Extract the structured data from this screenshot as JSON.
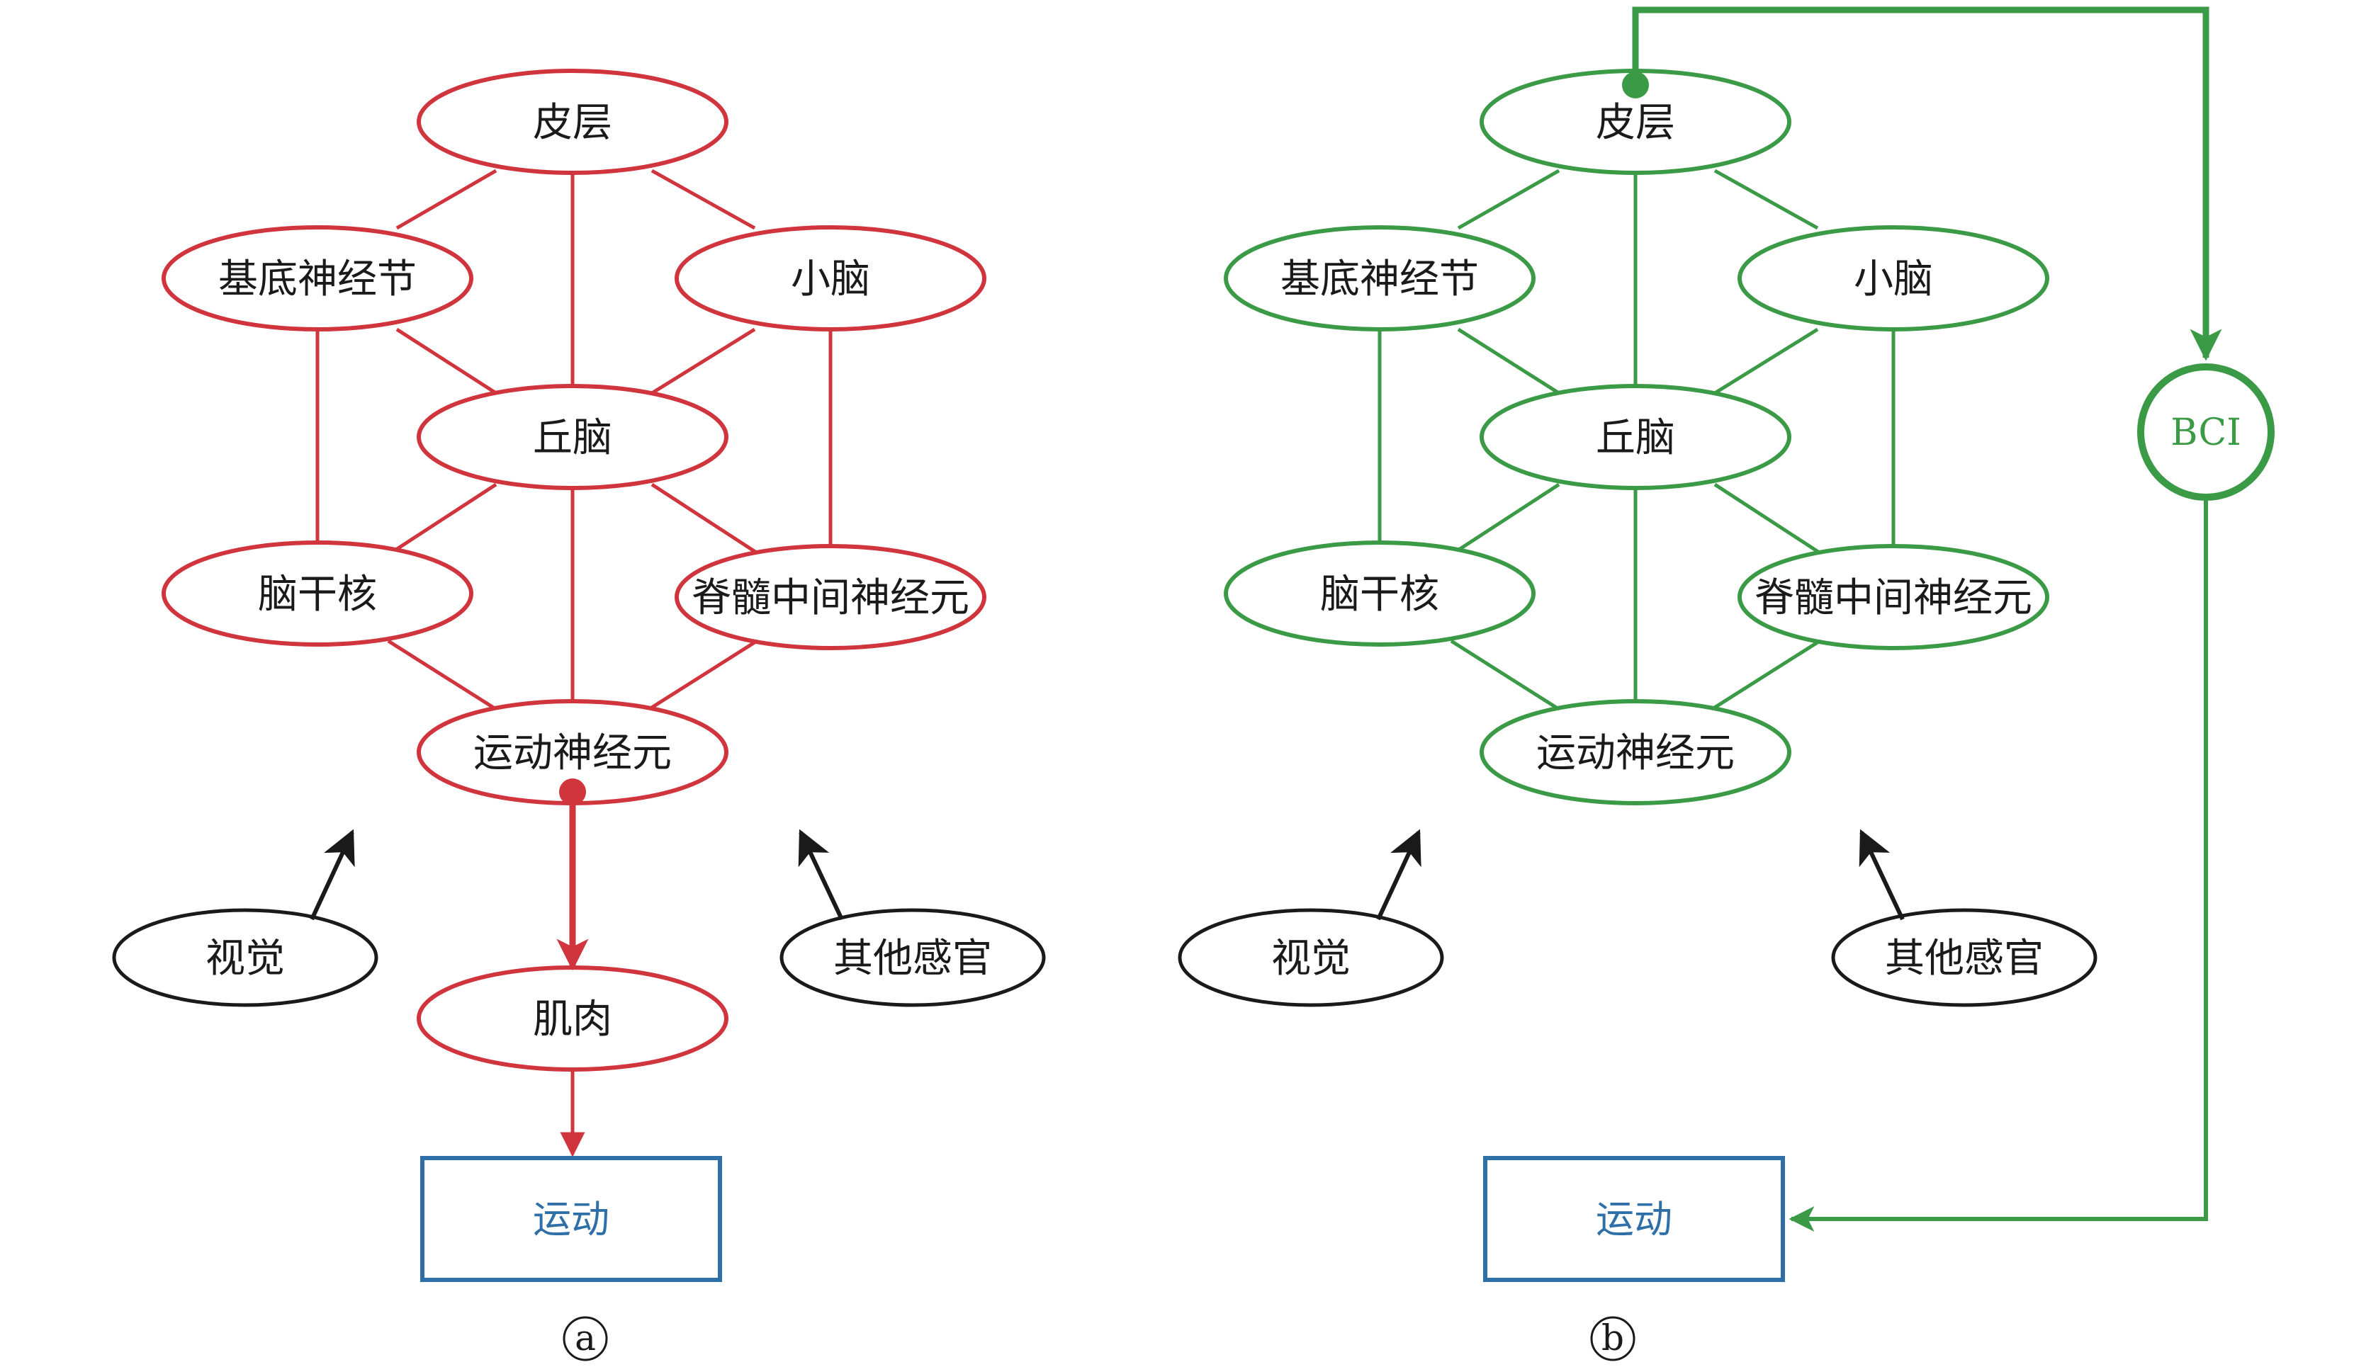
{
  "colors": {
    "red": "#d0343c",
    "green": "#3a9a46",
    "blue": "#2e6fa8",
    "black": "#1a1a1a"
  },
  "panel_a": {
    "caption": "a",
    "nodes": {
      "cortex": "皮层",
      "basal_ganglia": "基底神经节",
      "cerebellum": "小脑",
      "thalamus": "丘脑",
      "brainstem_nuclei": "脑干核",
      "spinal_interneurons": "脊髓中间神经元",
      "motor_neurons": "运动神经元",
      "muscle": "肌肉",
      "vision": "视觉",
      "other_senses": "其他感官"
    },
    "movement": "运动"
  },
  "panel_b": {
    "caption": "b",
    "nodes": {
      "cortex": "皮层",
      "basal_ganglia": "基底神经节",
      "cerebellum": "小脑",
      "thalamus": "丘脑",
      "brainstem_nuclei": "脑干核",
      "spinal_interneurons": "脊髓中间神经元",
      "motor_neurons": "运动神经元",
      "vision": "视觉",
      "other_senses": "其他感官"
    },
    "bci": "BCI",
    "movement": "运动"
  }
}
